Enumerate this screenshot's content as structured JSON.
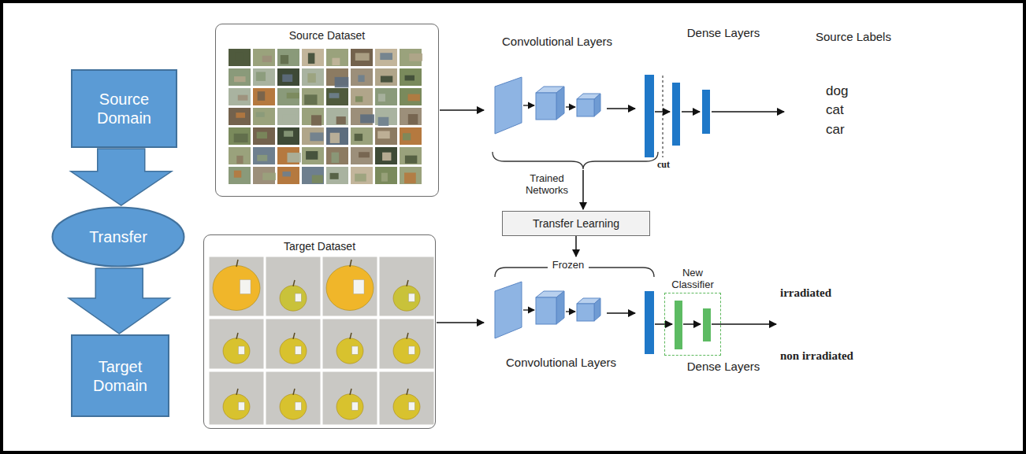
{
  "diagram": {
    "nodes": [
      {
        "text": [
          "Source Domain"
        ]
      },
      {
        "text": [
          "Transfer"
        ]
      },
      {
        "text": [
          "Target Domain"
        ]
      },
      {
        "text": [
          "Source Dataset"
        ]
      },
      {
        "text": [
          "Transfer Learning"
        ]
      },
      {
        "text": [
          "Target Dataset"
        ]
      },
      {
        "text": [
          "New Classifier"
        ]
      }
    ],
    "edges": [
      {
        "from": 0,
        "to": 1,
        "arrow": "to"
      },
      {
        "from": 1,
        "to": 2,
        "arrow": "to"
      }
    ],
    "labels": [
      "Convolutional Layers",
      "Dense Layers",
      "Source Labels",
      "dog",
      "cat",
      "car",
      "cut",
      "Trained Networks",
      "Frozen",
      "Convolutional Layers",
      "Dense Layers",
      "irradiated",
      "non irradiated"
    ]
  }
}
